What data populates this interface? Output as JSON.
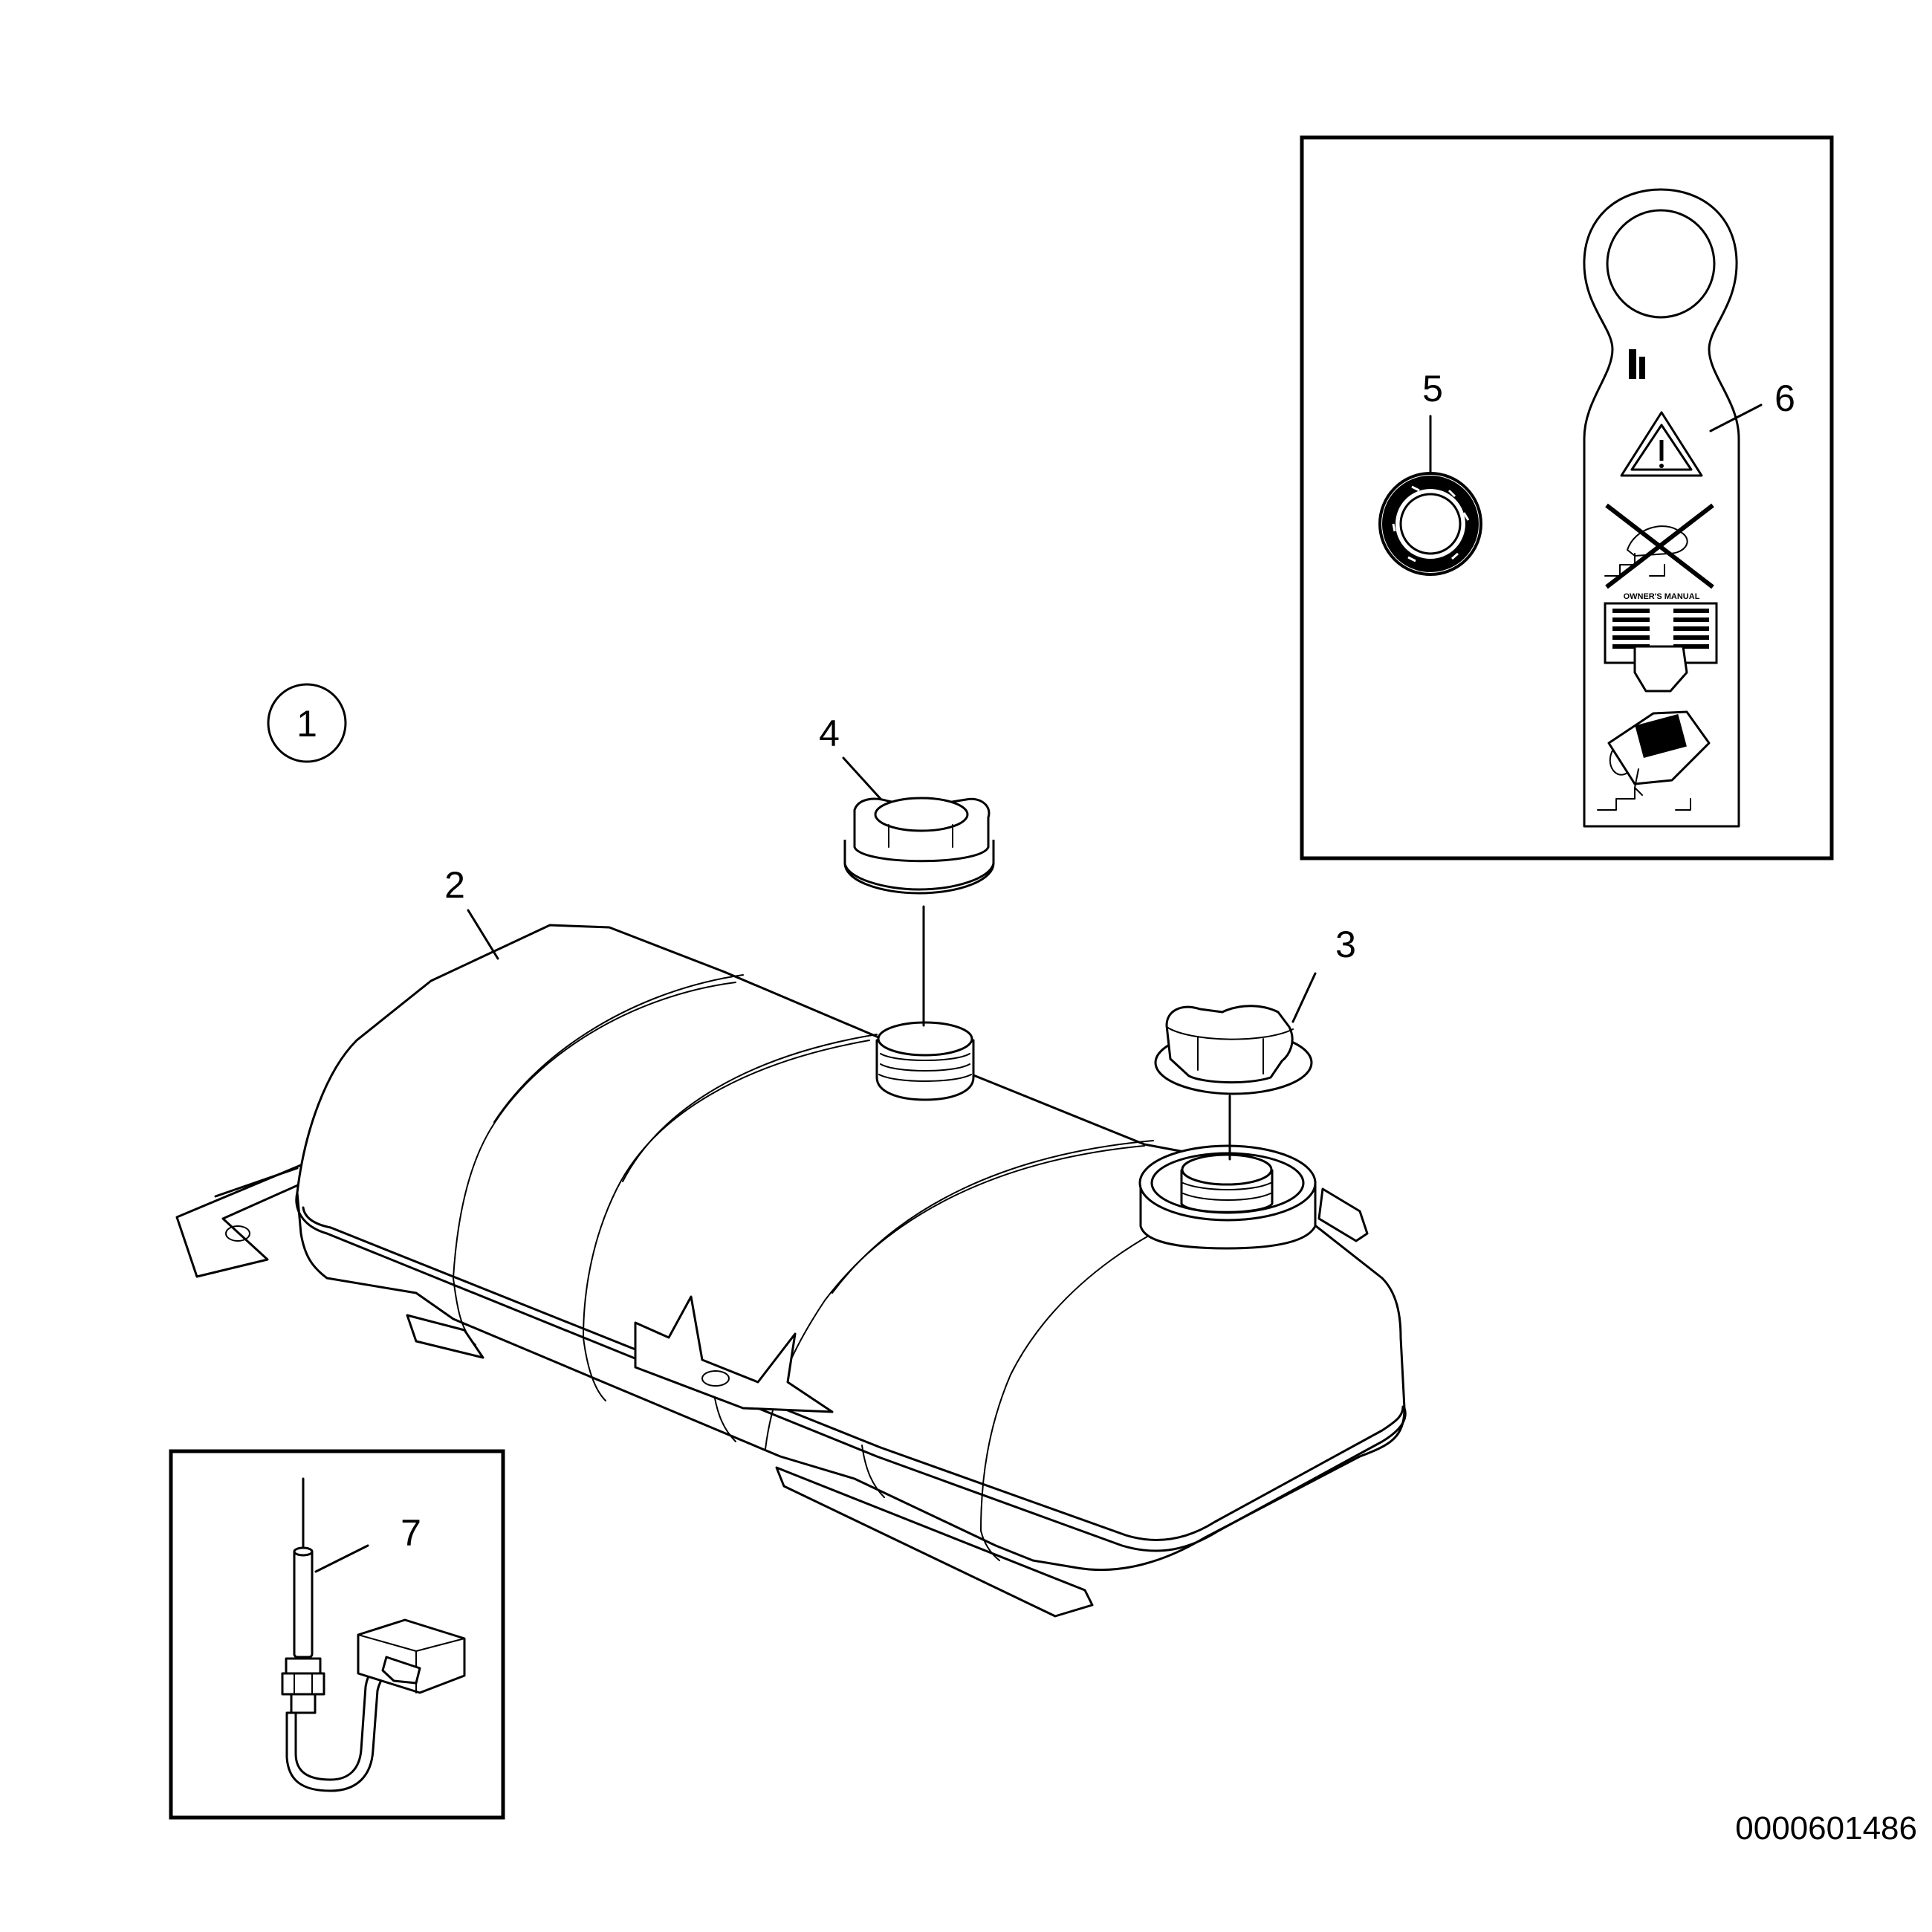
{
  "diagram": {
    "callouts": [
      {
        "id": "1",
        "label": "1"
      },
      {
        "id": "2",
        "label": "2"
      },
      {
        "id": "3",
        "label": "3"
      },
      {
        "id": "4",
        "label": "4"
      },
      {
        "id": "5",
        "label": "5"
      },
      {
        "id": "6",
        "label": "6"
      },
      {
        "id": "7",
        "label": "7"
      }
    ],
    "reference_number": "0000601486",
    "tag_texts": {
      "manual_caption": "OWNER'S MANUAL"
    }
  }
}
